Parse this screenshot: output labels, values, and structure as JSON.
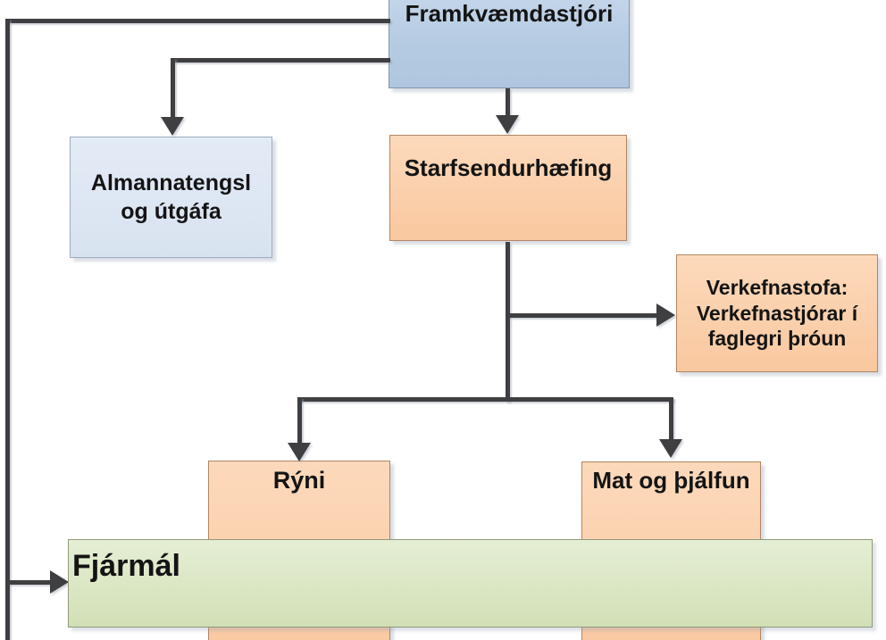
{
  "diagram": {
    "type": "org-chart",
    "language": "is",
    "nodes": {
      "framkvaemdastjori": {
        "label": "Framkvæmdastjóri",
        "fill": "#b6cce3",
        "border": "#8096ac",
        "role": "root"
      },
      "almannatengsl": {
        "label": "Almannatengsl og útgáfa",
        "fill": "#d8e3f0",
        "border": "#9dabbe"
      },
      "starfsendurhaefing": {
        "label": "Starfsendurhæfing",
        "fill": "#f9cda9",
        "border": "#b08663"
      },
      "verkefnastofa": {
        "lines": [
          "Verkefnastofa:",
          "Verkefnastjórar í",
          "faglegri þróun"
        ],
        "fill": "#f9cda9",
        "border": "#b08663"
      },
      "ryni": {
        "label": "Rýni",
        "fill": "#f9cda9",
        "border": "#b08663"
      },
      "mat_og_thjalfun": {
        "label": "Mat og þjálfun",
        "fill": "#f9cda9",
        "border": "#b08663"
      },
      "fjarmal": {
        "label": "Fjármál",
        "fill": "#d9e4c0",
        "border": "#8e9a7c"
      }
    },
    "connections": [
      {
        "from": "framkvaemdastjori",
        "to": "fjarmal",
        "style": "arrow"
      },
      {
        "from": "framkvaemdastjori",
        "to": "almannatengsl",
        "style": "arrow"
      },
      {
        "from": "framkvaemdastjori",
        "to": "starfsendurhaefing",
        "style": "arrow"
      },
      {
        "from": "starfsendurhaefing",
        "to": "verkefnastofa",
        "style": "arrow"
      },
      {
        "from": "starfsendurhaefing",
        "to": "ryni",
        "style": "arrow"
      },
      {
        "from": "starfsendurhaefing",
        "to": "mat_og_thjalfun",
        "style": "arrow"
      }
    ],
    "line_color": "#3f3f42",
    "background": "#ffffff"
  }
}
